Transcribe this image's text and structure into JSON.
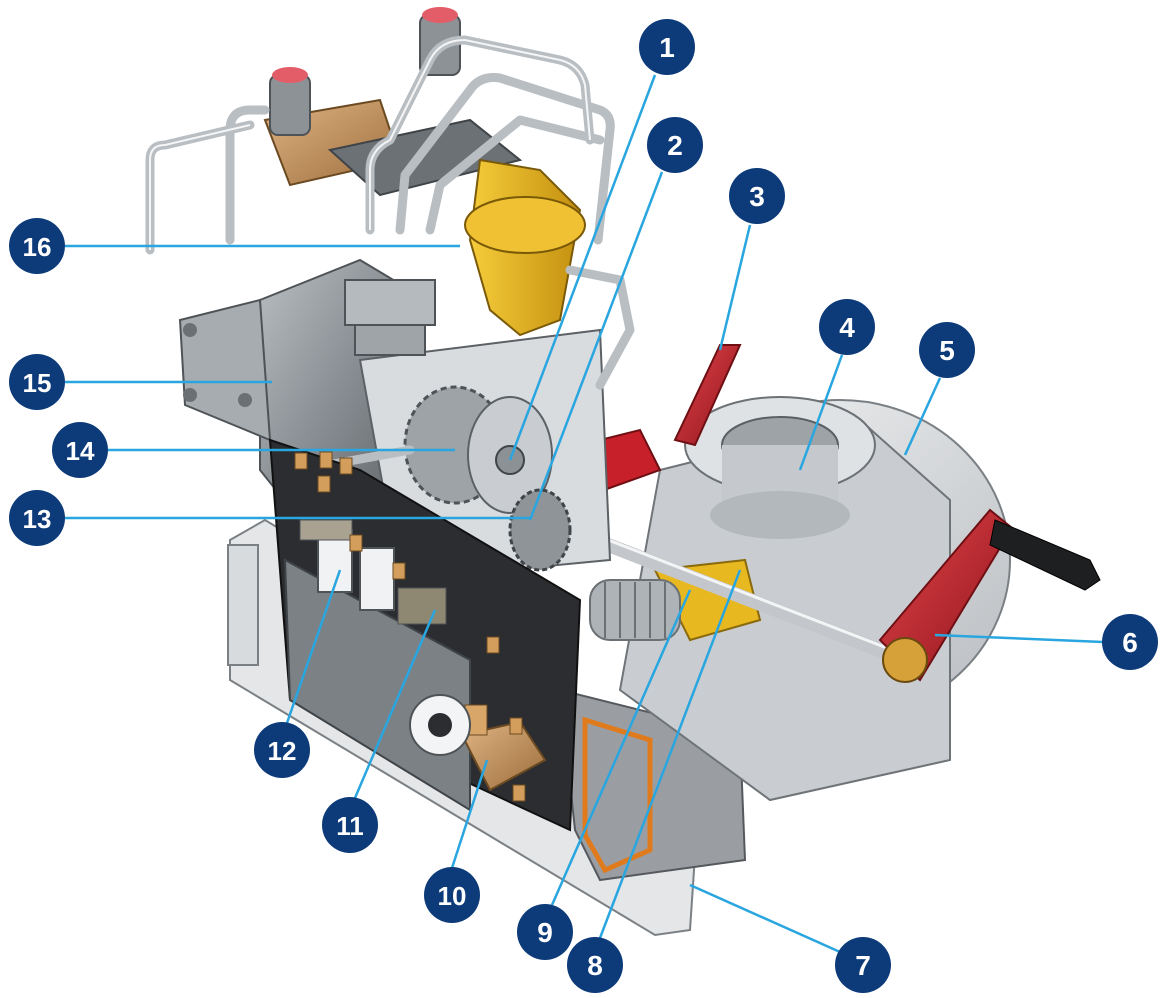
{
  "diagram": {
    "colors": {
      "callout_fill": "#0d3b7a",
      "leader_line": "#29a6e0",
      "housing_grey": "#8a8f94",
      "accent_red": "#c8202a",
      "brass": "#c7955a",
      "yellow_filter": "#e6b21e",
      "steel": "#cfd4d8",
      "dark_plate": "#2b2d30"
    },
    "callouts": [
      {
        "number": "1"
      },
      {
        "number": "2"
      },
      {
        "number": "3"
      },
      {
        "number": "4"
      },
      {
        "number": "5"
      },
      {
        "number": "6"
      },
      {
        "number": "7"
      },
      {
        "number": "8"
      },
      {
        "number": "9"
      },
      {
        "number": "10"
      },
      {
        "number": "11"
      },
      {
        "number": "12"
      },
      {
        "number": "13"
      },
      {
        "number": "14"
      },
      {
        "number": "15"
      },
      {
        "number": "16"
      }
    ]
  }
}
